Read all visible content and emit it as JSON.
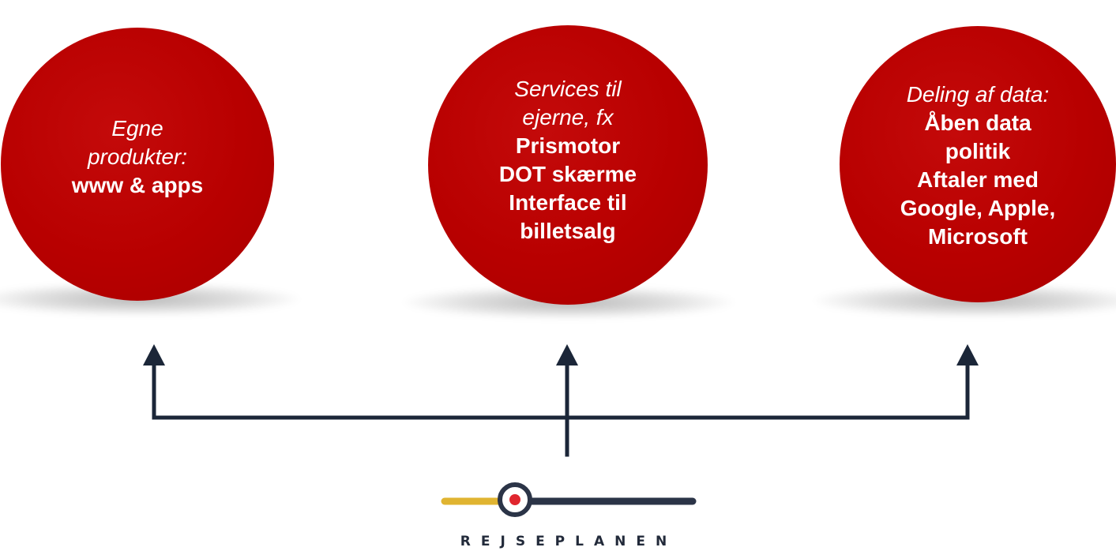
{
  "circles": [
    {
      "italic_lines": [
        "Egne",
        "produkter:"
      ],
      "bold_lines": [
        "www & apps"
      ]
    },
    {
      "italic_lines": [
        "Services til",
        "ejerne, fx"
      ],
      "bold_lines": [
        "Prismotor",
        "DOT skærme",
        "Interface til",
        "billetsalg"
      ]
    },
    {
      "italic_lines": [
        "Deling af data:"
      ],
      "bold_lines": [
        "Åben data",
        "politik",
        "Aftaler med",
        "Google, Apple,",
        "Microsoft"
      ]
    }
  ],
  "logo": {
    "wordmark": "REJSEPLANEN"
  },
  "colors": {
    "circle_fill": "#b80000",
    "connector": "#1b2638",
    "logo_yellow": "#e0b431",
    "logo_navy": "#2b3447",
    "logo_dot": "#e0262e"
  }
}
